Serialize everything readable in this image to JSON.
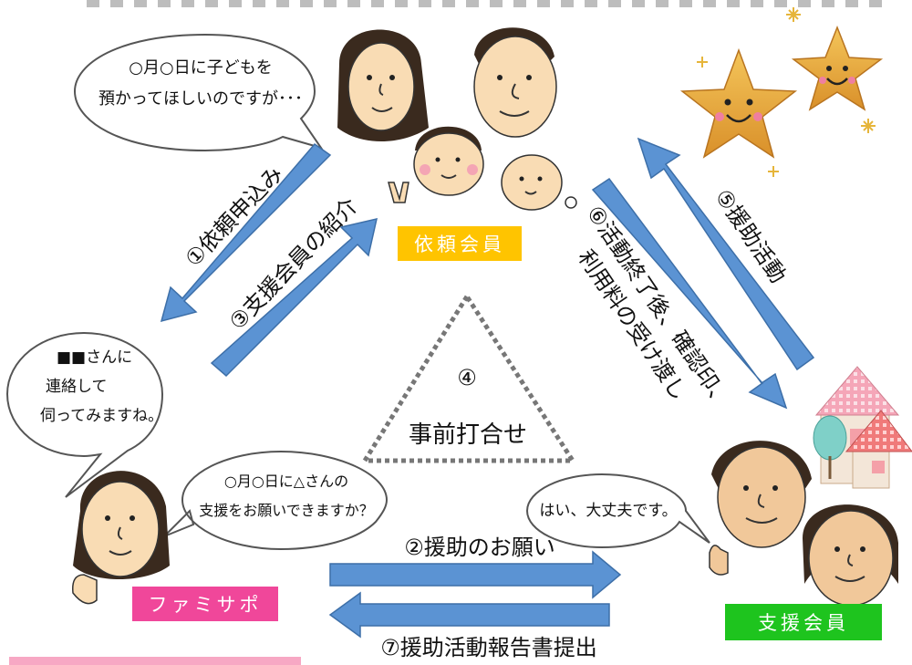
{
  "bubbles": {
    "request_line1": "○月○日に子どもを",
    "request_line2": "預かってほしいのですが･･･",
    "fami_contact_line1": "■■さんに",
    "fami_contact_line2": "連絡して",
    "fami_contact_line3": "伺ってみますね。",
    "fami_ask_line1": "○月○日に△さんの",
    "fami_ask_line2": "支援をお願いできますか？",
    "support_reply": "はい、大丈夫です。"
  },
  "labels": {
    "requesting_member": "依頼会員",
    "famisapo": "ファミサポ",
    "support_member": "支援会員"
  },
  "steps": {
    "step1": "①依頼申込み",
    "step2": "②援助のお願い",
    "step3": "③支援会員の紹介",
    "step4_number": "④",
    "step4_text": "事前打合せ",
    "step5": "⑤援助活動",
    "step6_line1": "⑥活動終了後、確認印、",
    "step6_line2": "利用料の受け渡し",
    "step7": "⑦援助活動報告書提出"
  },
  "colors": {
    "arrow_fill": "#5b93d3",
    "arrow_stroke": "#3d6fa8",
    "requesting_label": "#ffc400",
    "famisapo_label": "#f0479a",
    "support_label": "#1ec41e",
    "skin": "#f9dcb4",
    "hair_dark": "#3a2a1e",
    "star": "#e9a93a"
  }
}
